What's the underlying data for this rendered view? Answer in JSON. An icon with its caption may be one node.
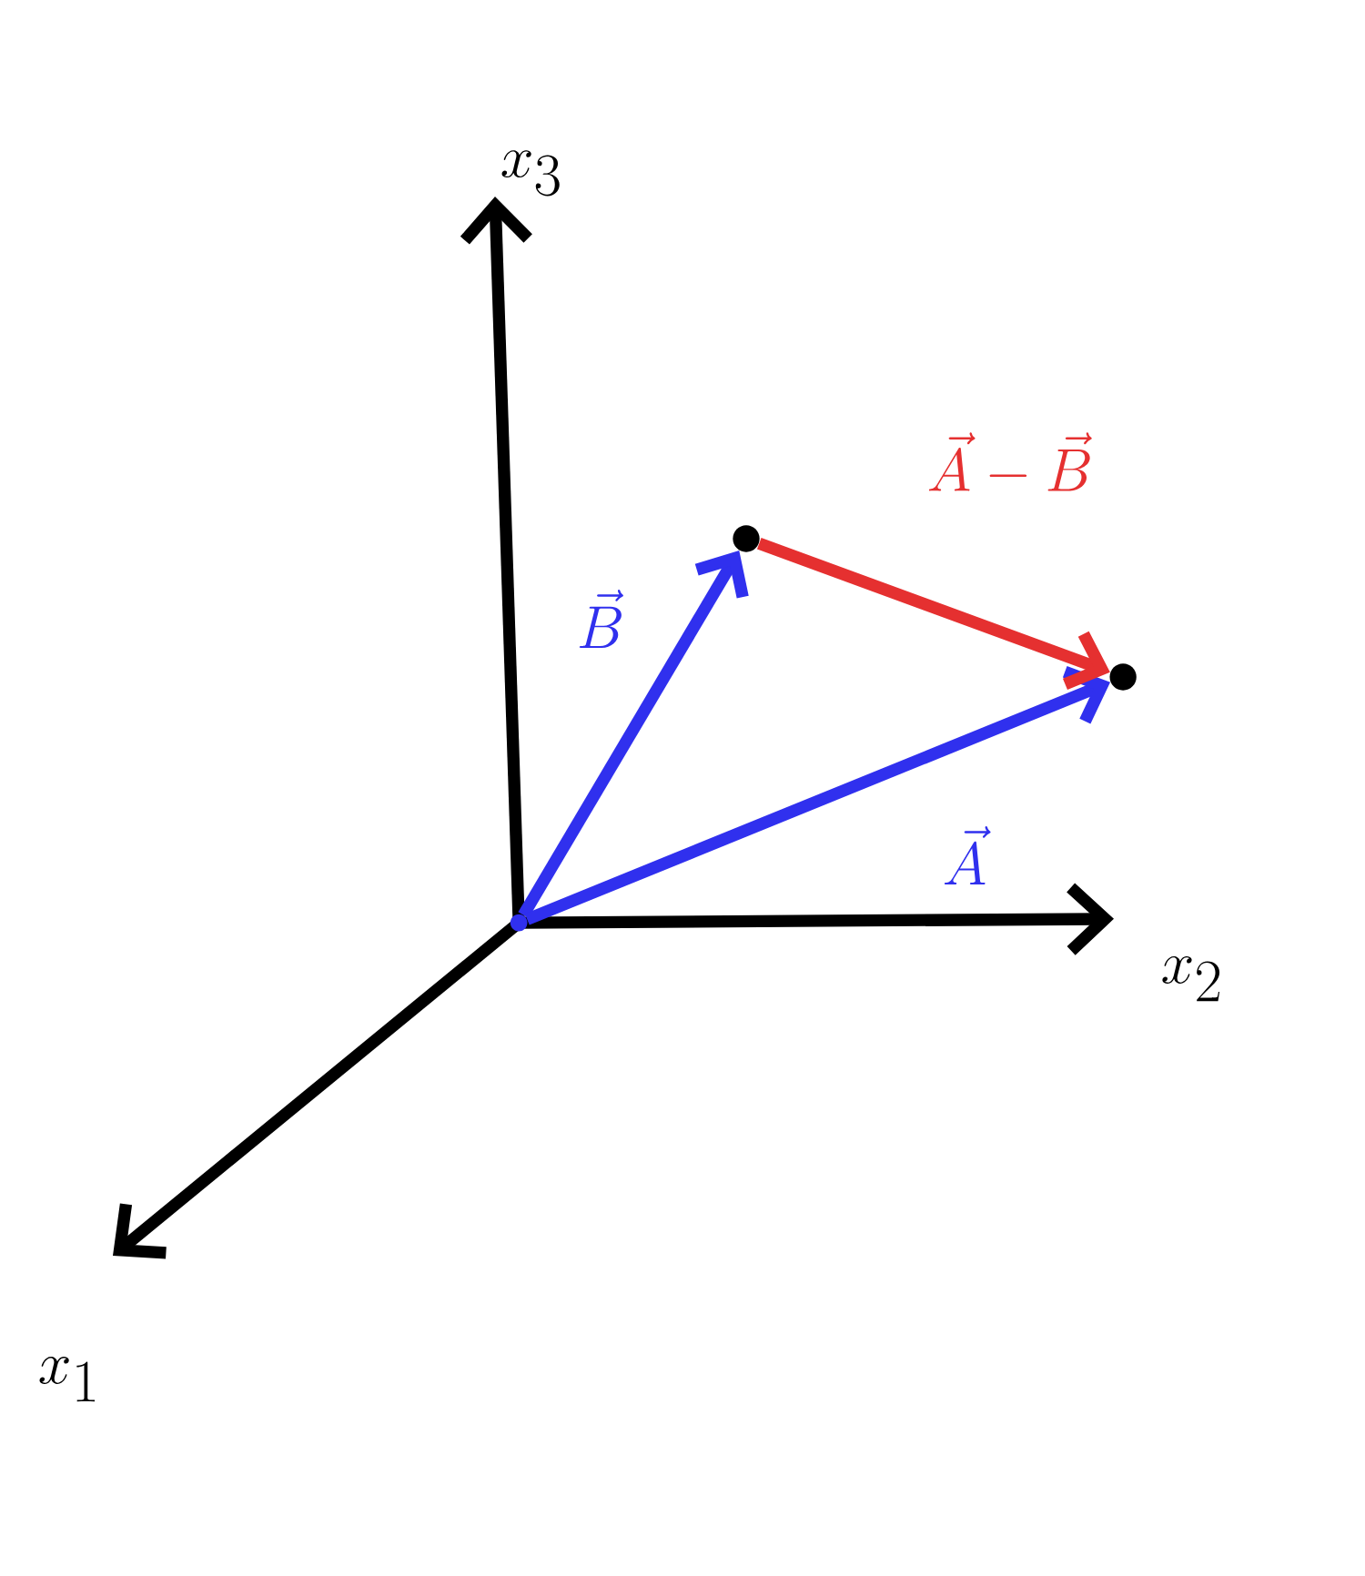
{
  "diagram": {
    "nodes": [
      {
        "text": [],
        "shape": "point"
      },
      {
        "text": [],
        "shape": "circle"
      },
      {
        "text": [],
        "shape": "circle"
      }
    ],
    "edges": [
      {
        "from": 0,
        "to": 1,
        "arrow": "to",
        "label": "\\vec{B}"
      },
      {
        "from": 0,
        "to": 2,
        "arrow": "to",
        "label": "\\vec{A}"
      },
      {
        "from": 1,
        "to": 2,
        "arrow": "to",
        "label": "\\vec{A} - \\vec{B}",
        "color": "#e53030"
      }
    ],
    "labels": [
      "x_3",
      "x_2",
      "x_1"
    ]
  }
}
